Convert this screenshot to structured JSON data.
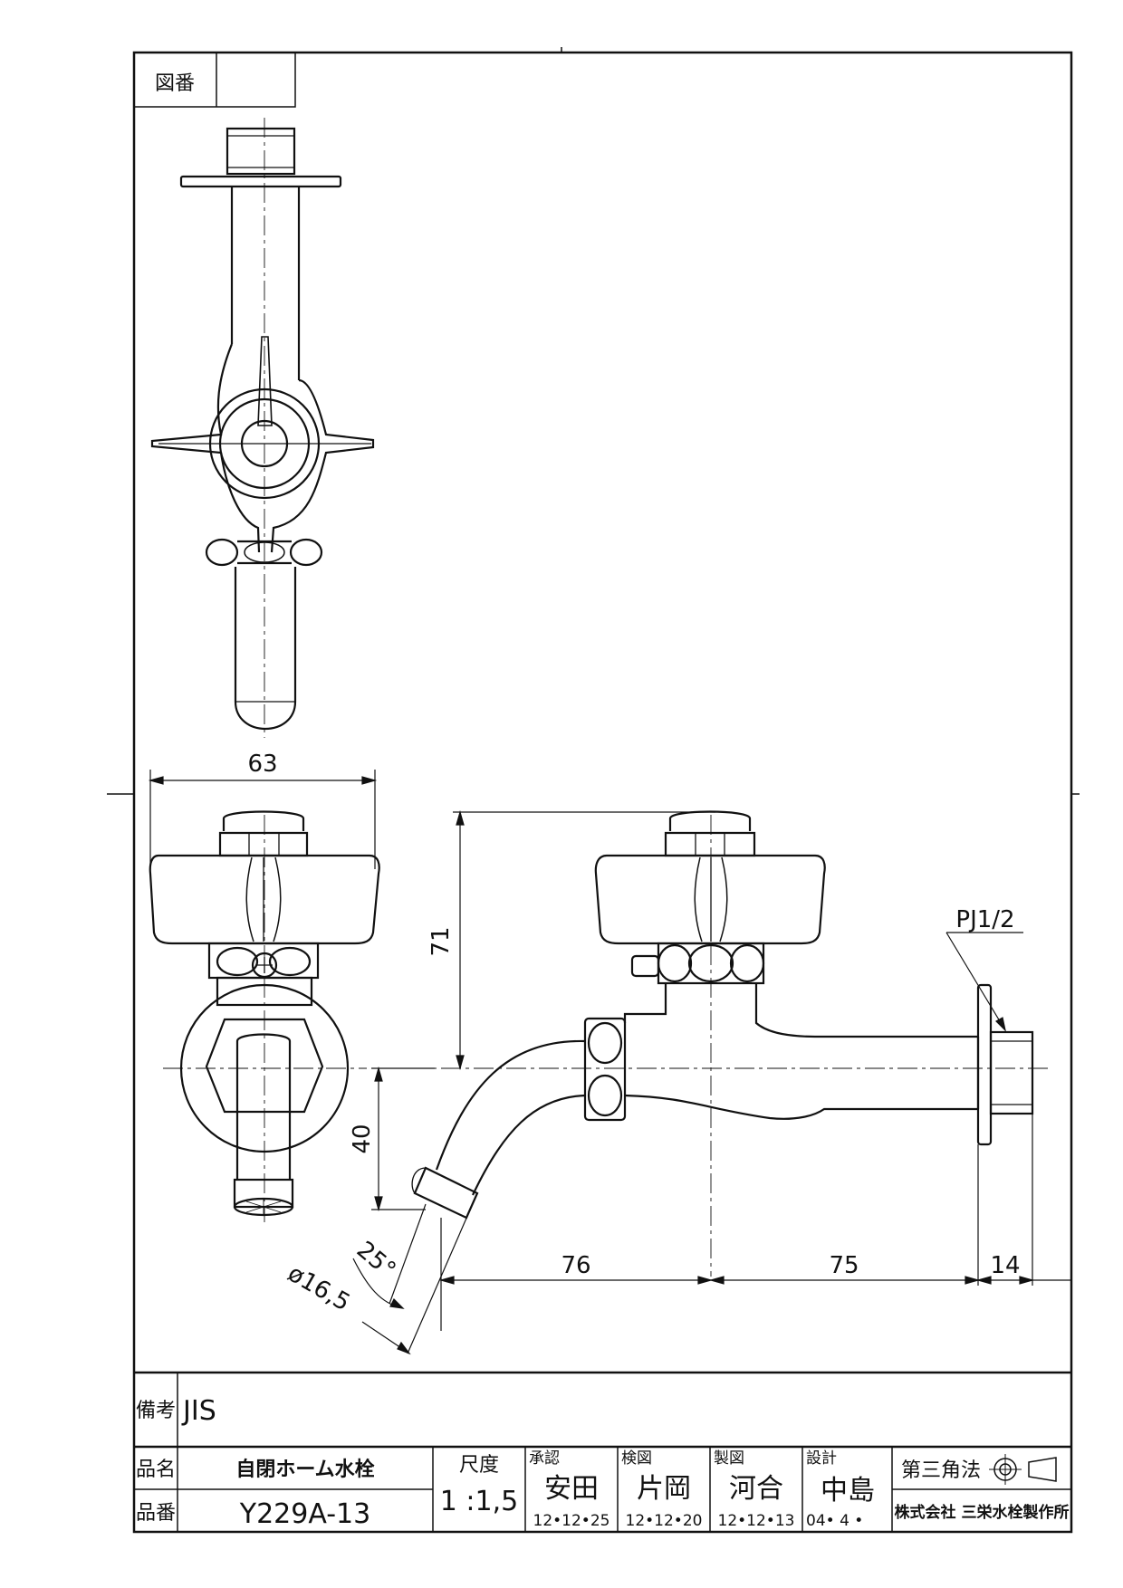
{
  "drawing_no_label": "図番",
  "drawing_no_value": "",
  "dimensions": {
    "width_top": "63",
    "height": "71",
    "drop": "40",
    "reach_a": "76",
    "reach_b": "75",
    "thread_len": "14",
    "angle": "25°",
    "diameter": "ø16,5",
    "thread_spec": "PJ1/2"
  },
  "notes": {
    "label": "備考",
    "value": "JIS"
  },
  "title_block": {
    "name_label": "品名",
    "name_value": "自閉ホーム水栓",
    "number_label": "品番",
    "number_value": "Y229A-13",
    "scale_label": "尺度",
    "scale_value": "1 :1,5",
    "approved_label": "承認",
    "approved_name": "安田",
    "approved_date": "12•12•25",
    "checked_label": "検図",
    "checked_name": "片岡",
    "checked_date": "12•12•20",
    "drawn_label": "製図",
    "drawn_name": "河合",
    "drawn_date": "12•12•13",
    "design_label": "設計",
    "design_name": "中島",
    "design_date": "04• 4 •",
    "projection_label": "第三角法",
    "company": "株式会社 三栄水栓製作所"
  }
}
